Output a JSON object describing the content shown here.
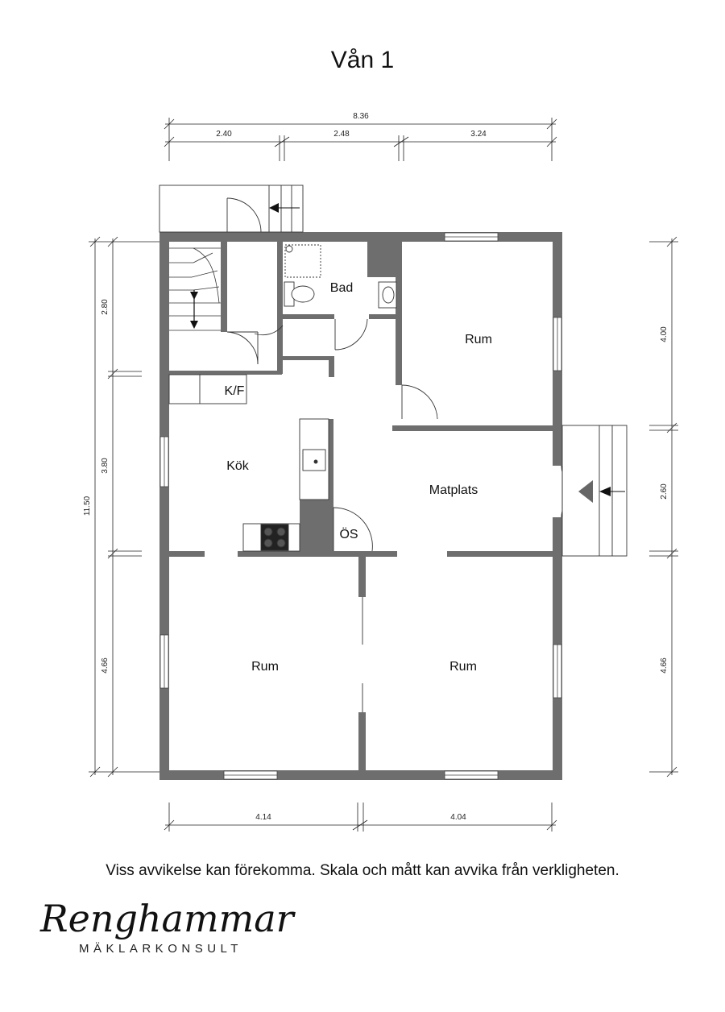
{
  "title": "Vån 1",
  "disclaimer": "Viss avvikelse kan förekomma. Skala och mått kan avvika från verkligheten.",
  "brand": {
    "name": "Renghammar",
    "subtitle": "MÄKLARKONSULT"
  },
  "rooms": {
    "bad": "Bad",
    "rum_top_right": "Rum",
    "kf": "K/F",
    "kok": "Kök",
    "matplats": "Matplats",
    "os": "ÖS",
    "rum_bottom_left": "Rum",
    "rum_bottom_right": "Rum"
  },
  "dimensions": {
    "top_total": "8.36",
    "top_1": "2.40",
    "top_2": "2.48",
    "top_3": "3.24",
    "left_total": "11.50",
    "left_1": "2.80",
    "left_2": "3.80",
    "left_3": "4.66",
    "right_1": "4.00",
    "right_2": "2.60",
    "right_3": "4.66",
    "bottom_1": "4.14",
    "bottom_2": "4.04"
  }
}
